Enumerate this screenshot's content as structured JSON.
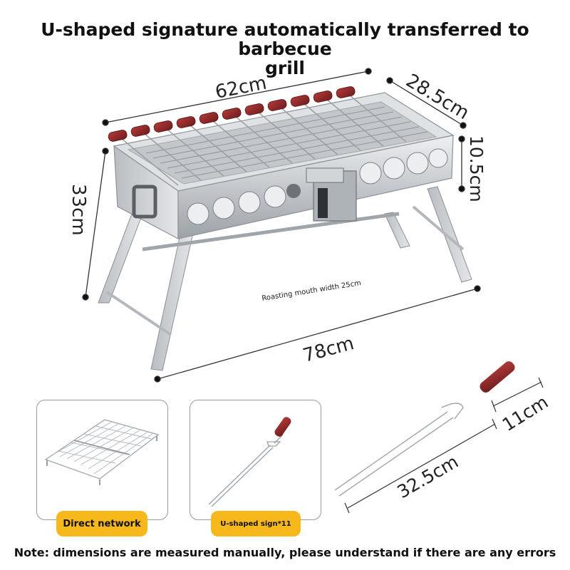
{
  "title": {
    "line1": "U-shaped signature automatically transferred to barbecue",
    "line2": "grill"
  },
  "dimensions": {
    "length": "62cm",
    "depth": "28.5cm",
    "box_height": "10.5cm",
    "total_height": "33cm",
    "leg_span": "78cm",
    "roasting_mouth": "Roasting mouth width 25cm",
    "fork_width": "11cm",
    "fork_length": "32.5cm"
  },
  "accessories": {
    "net_label": "Direct network",
    "skewer_label": "U-shaped sign*11"
  },
  "note": "Note: dimensions are measured manually, please understand if there are any errors",
  "colors": {
    "badge": "#f7b81c",
    "handle": "#8e2a2a",
    "steel": "#c9cdd1"
  }
}
